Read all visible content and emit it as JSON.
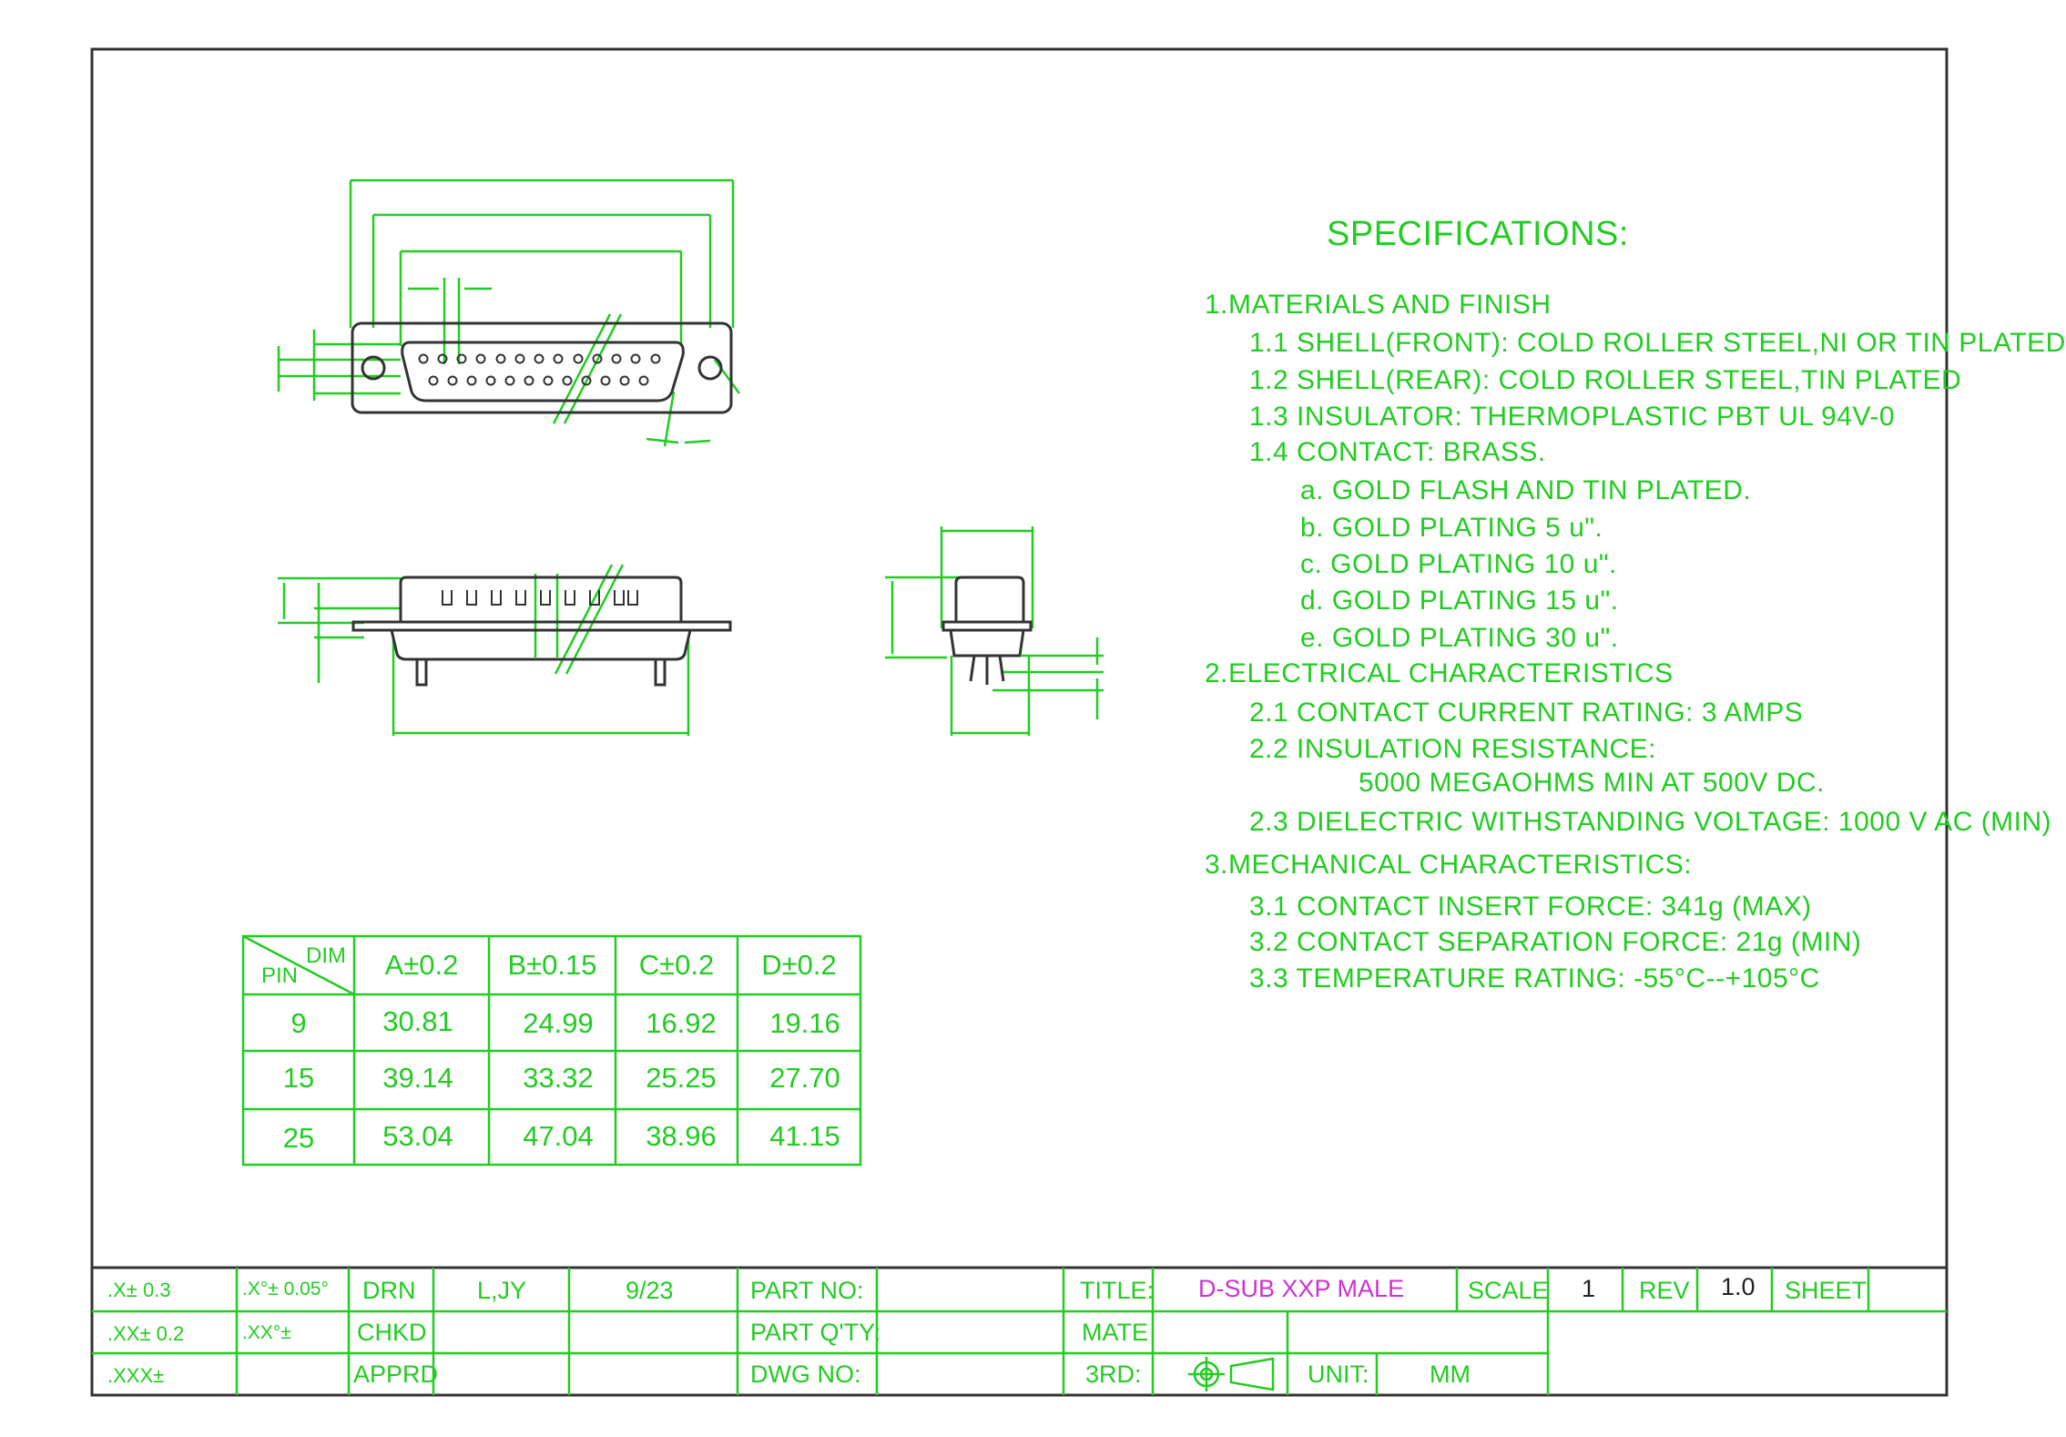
{
  "colors": {
    "line": "#22cc22",
    "body": "#333333",
    "border": "#333333",
    "title": "#cc33cc"
  },
  "specs": {
    "title": "SPECIFICATIONS:",
    "lines": [
      "1.MATERIALS AND FINISH",
      "1.1 SHELL(FRONT): COLD ROLLER STEEL,NI OR TIN PLATED",
      "1.2 SHELL(REAR): COLD ROLLER STEEL,TIN PLATED",
      "1.3 INSULATOR: THERMOPLASTIC PBT UL 94V-0",
      "1.4 CONTACT: BRASS.",
      "a. GOLD FLASH AND TIN PLATED.",
      "b. GOLD PLATING 5 u\".",
      "c. GOLD PLATING 10 u\".",
      "d. GOLD PLATING 15 u\".",
      "e. GOLD PLATING 30 u\".",
      "2.ELECTRICAL CHARACTERISTICS",
      "2.1 CONTACT CURRENT RATING: 3 AMPS",
      "2.2 INSULATION RESISTANCE:",
      "5000 MEGAOHMS MIN AT 500V DC.",
      "2.3 DIELECTRIC WITHSTANDING VOLTAGE: 1000 V AC (MIN)",
      "3.MECHANICAL CHARACTERISTICS:",
      "3.1 CONTACT INSERT FORCE: 341g (MAX)",
      "3.2 CONTACT SEPARATION FORCE: 21g (MIN)",
      "3.3 TEMPERATURE RATING: -55°C--+105°C"
    ]
  },
  "dim_table": {
    "corner_top": "DIM",
    "corner_bottom": "PIN",
    "headers": [
      "A±0.2",
      "B±0.15",
      "C±0.2",
      "D±0.2"
    ],
    "rows": [
      [
        "9",
        "30.81",
        "24.99",
        "16.92",
        "19.16"
      ],
      [
        "15",
        "39.14",
        "33.32",
        "25.25",
        "27.70"
      ],
      [
        "25",
        "53.04",
        "47.04",
        "38.96",
        "41.15"
      ]
    ]
  },
  "title_block": {
    "tol1": ".X± 0.3",
    "tol2": ".XX± 0.2",
    "tol3": ".XXX±",
    "ang1": ".X°± 0.05°",
    "ang2": ".XX°±",
    "drn": "DRN",
    "chkd": "CHKD",
    "apprd": "APPRD",
    "drawer": "L,JY",
    "date": "9/23",
    "part_no": "PART NO:",
    "part_qty": "PART Q'TY:",
    "dwg_no": "DWG NO:",
    "title_label": "TITLE:",
    "title_value": "D-SUB XXP MALE",
    "mate": "MATE",
    "third": "3RD:",
    "scale_label": "SCALE",
    "scale_value": "1",
    "rev_label": "REV",
    "rev_value": "1.0",
    "sheet_label": "SHEET",
    "unit_label": "UNIT:",
    "unit_value": "MM"
  }
}
